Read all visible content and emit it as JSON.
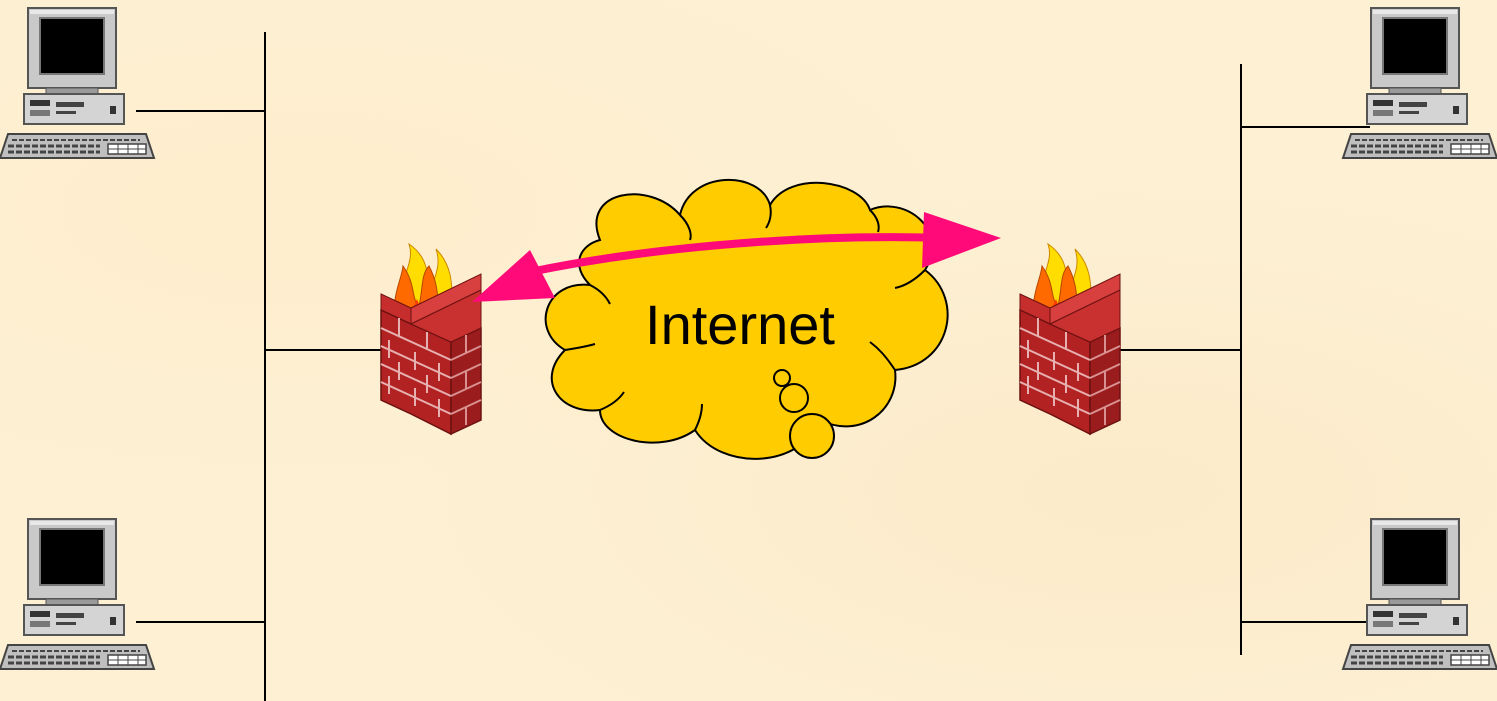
{
  "diagram": {
    "cloud": {
      "label": "Internet",
      "fill": "#ffcc00",
      "stroke": "#000000"
    },
    "arrow": {
      "type": "double-headed",
      "color": "#ff0a78"
    },
    "firewalls": [
      {
        "id": "firewall-left",
        "icon": "firewall-icon"
      },
      {
        "id": "firewall-right",
        "icon": "firewall-icon"
      }
    ],
    "computers": [
      {
        "id": "computer-left-top",
        "icon": "desktop-computer-icon"
      },
      {
        "id": "computer-left-bottom",
        "icon": "desktop-computer-icon"
      },
      {
        "id": "computer-right-top",
        "icon": "desktop-computer-icon"
      },
      {
        "id": "computer-right-bottom",
        "icon": "desktop-computer-icon"
      }
    ],
    "colors": {
      "background": "#fdf0d3",
      "line": "#000000",
      "brick": "#b22222",
      "mortar": "#d9a0a0",
      "flame_outer": "#ff6a00",
      "flame_inner": "#ffdd00"
    }
  }
}
